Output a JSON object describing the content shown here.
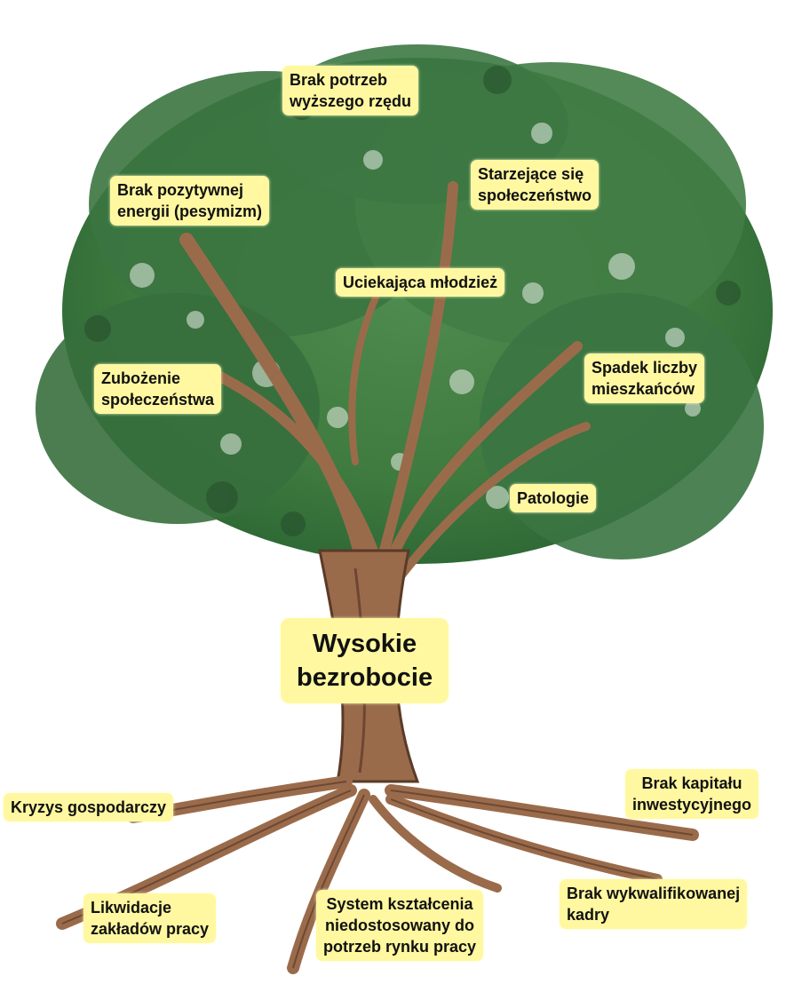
{
  "diagram": {
    "root_problem": "Wysokie\nbezrobocie",
    "effects": [
      "Brak potrzeb\nwyższego rzędu",
      "Brak pozytywnej\nenergii (pesymizm)",
      "Starzejące się\nspołeczeństwo",
      "Uciekająca młodzież",
      "Zubożenie\nspołeczeństwa",
      "Spadek liczby\nmieszkańców",
      "Patologie"
    ],
    "causes": [
      "Kryzys gospodarczy",
      "Brak kapitału\ninwestycyjnego",
      "Likwidacje\nzakładów pracy",
      "System kształcenia\nniedostosowany do\npotrzeb rynku pracy",
      "Brak wykwalifikowanej\nkadry"
    ]
  },
  "colors": {
    "label_background": "#fff8a0",
    "foliage": "#3f7a3f",
    "trunk": "#9a6b4b",
    "background": "#ffffff"
  }
}
